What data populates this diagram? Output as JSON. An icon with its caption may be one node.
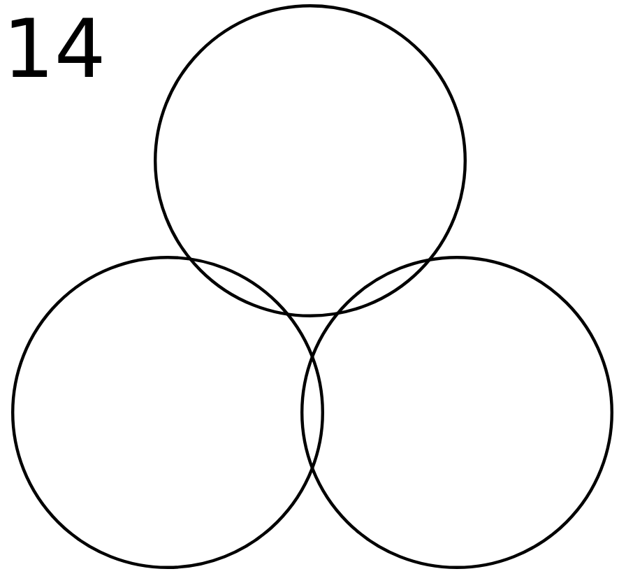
{
  "diagram": {
    "nodes": [
      {
        "text": [],
        "shape": "circle"
      },
      {
        "text": [],
        "shape": "circle"
      },
      {
        "text": [],
        "shape": "circle"
      }
    ],
    "labels": [
      "14"
    ]
  }
}
